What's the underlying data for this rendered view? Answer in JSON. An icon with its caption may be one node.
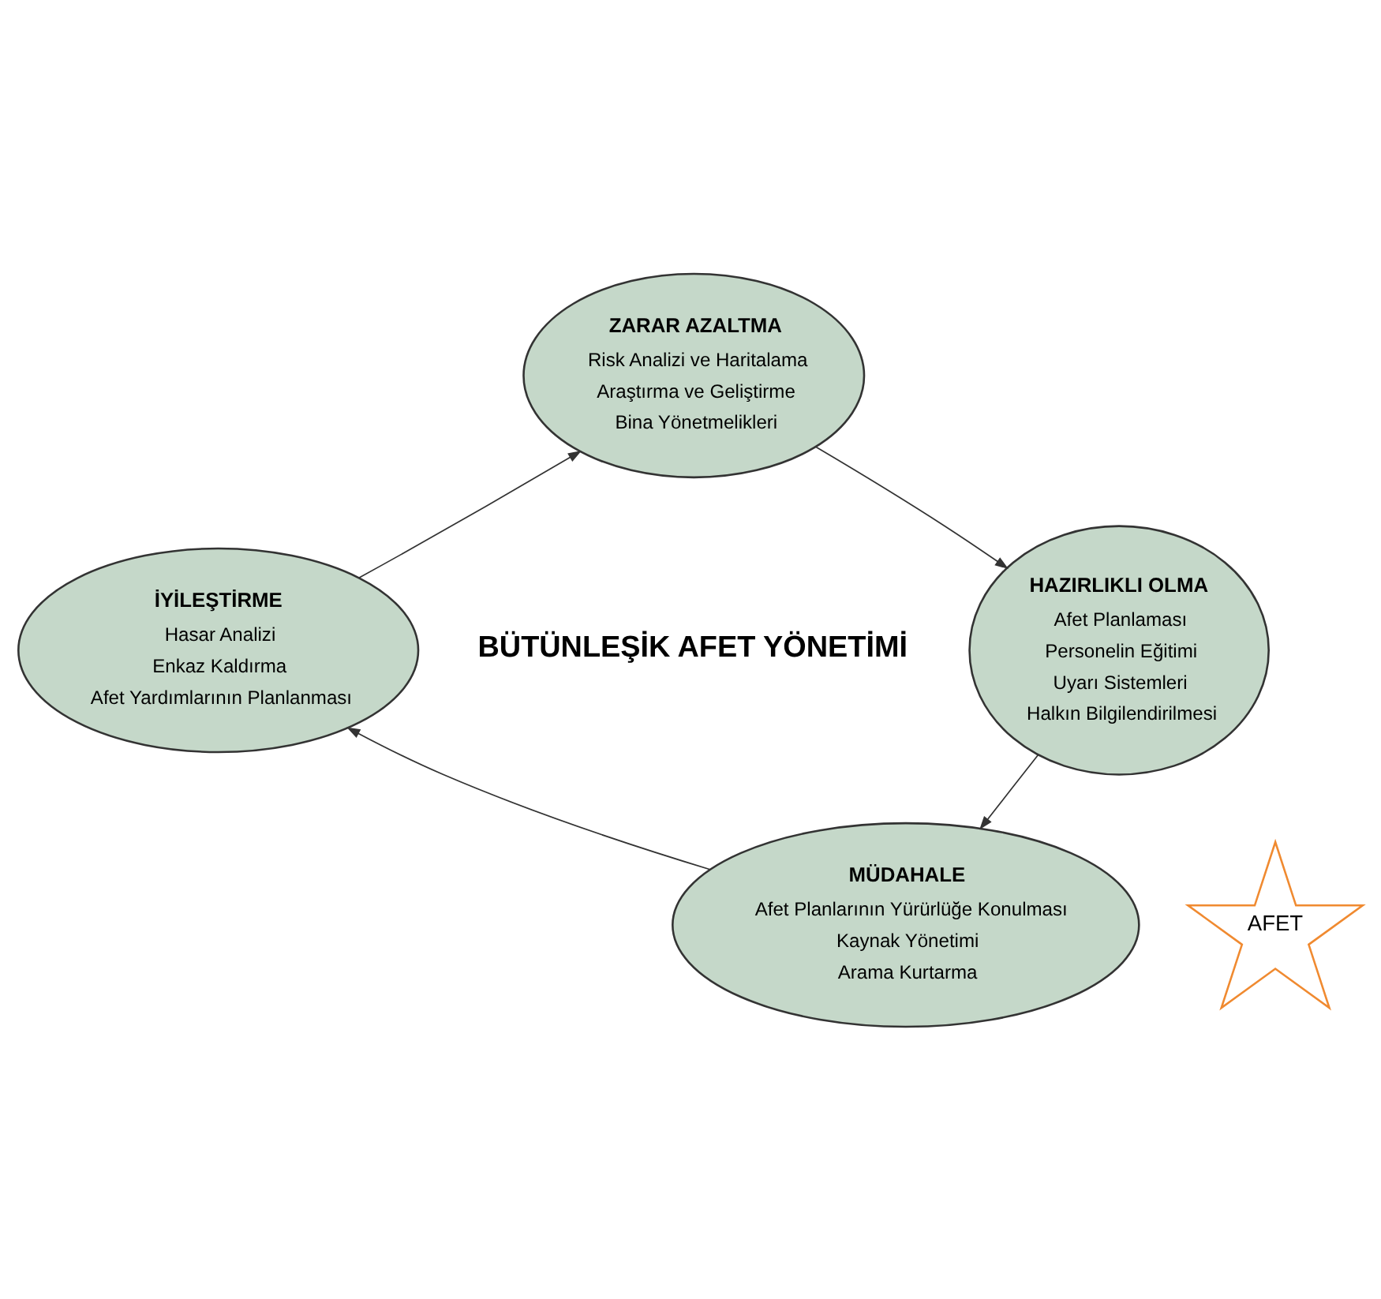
{
  "diagram": {
    "nodes": [
      {
        "text": [
          "ZARAR AZALTMA",
          "Risk Analizi ve Haritalama",
          "Araştırma ve Geliştirme",
          "Bina Yönetmelikleri"
        ]
      },
      {
        "text": [
          "HAZIRLIKLI OLMA",
          "Afet Planlaması",
          "Personelin Eğitimi",
          "Uyarı Sistemleri",
          "Halkın Bilgilendirilmesi"
        ]
      },
      {
        "text": [
          "MÜDAHALE",
          "Afet Planlarının Yürürlüğe Konulması",
          "Kaynak Yönetimi",
          "Arama Kurtarma"
        ]
      },
      {
        "text": [
          "İYİLEŞTİRME",
          "Hasar Analizi",
          "Enkaz Kaldırma",
          "Afet Yardımlarının Planlanması"
        ]
      },
      {
        "text": [
          "AFET"
        ]
      }
    ],
    "edges": [
      {
        "from": 0,
        "to": 1,
        "arrow": "to"
      },
      {
        "from": 1,
        "to": 2,
        "arrow": "to"
      },
      {
        "from": 2,
        "to": 3,
        "arrow": "to"
      },
      {
        "from": 3,
        "to": 0,
        "arrow": "to"
      }
    ],
    "labels": [
      "BÜTÜNLEŞİK AFET YÖNETİMİ"
    ]
  }
}
